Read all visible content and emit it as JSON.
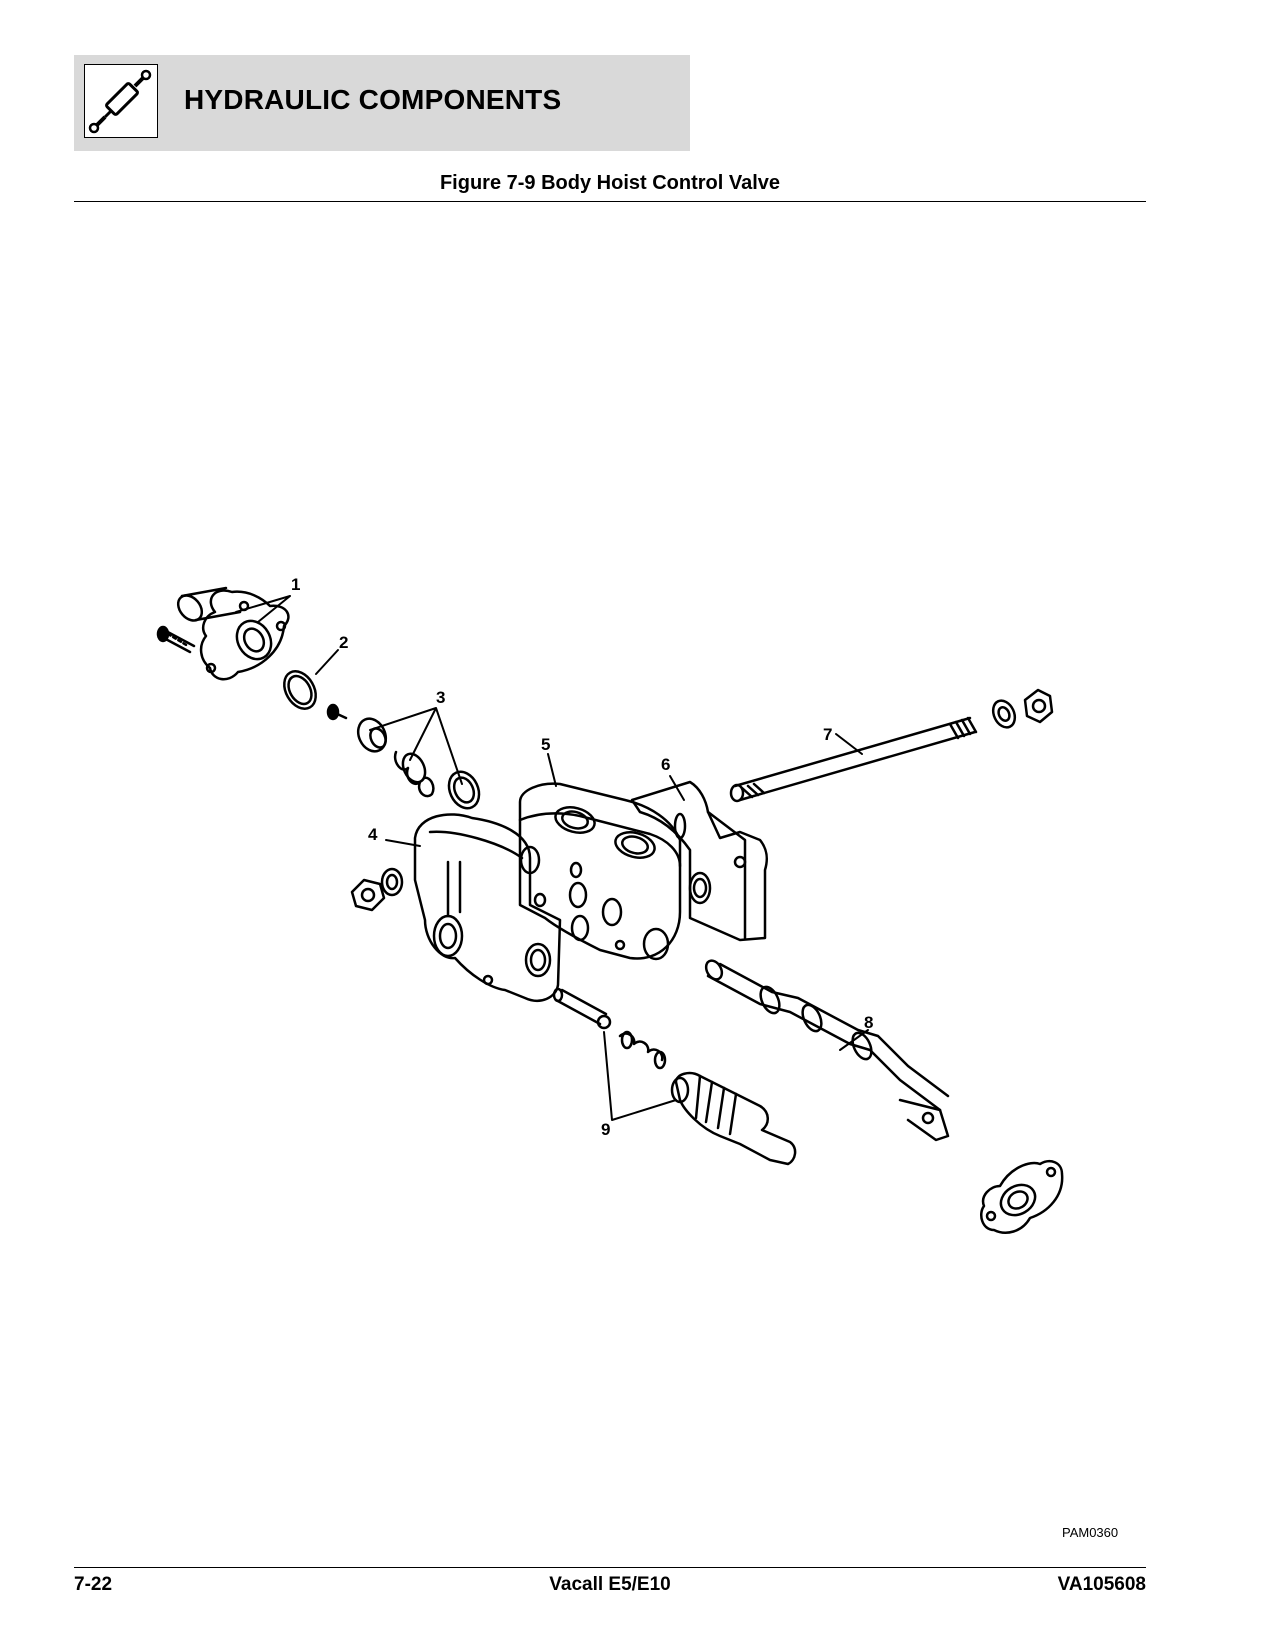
{
  "header": {
    "title": "HYDRAULIC COMPONENTS",
    "icon": "hydraulic-cylinder-icon",
    "band_color": "#d9d9d9"
  },
  "figure": {
    "title": "Figure 7-9 Body Hoist Control Valve",
    "drawing_id": "PAM0360",
    "callouts": [
      "1",
      "2",
      "3",
      "4",
      "5",
      "6",
      "7",
      "8",
      "9"
    ]
  },
  "footer": {
    "page_number": "7-22",
    "product": "Vacall E5/E10",
    "document_number": "VA105608"
  }
}
